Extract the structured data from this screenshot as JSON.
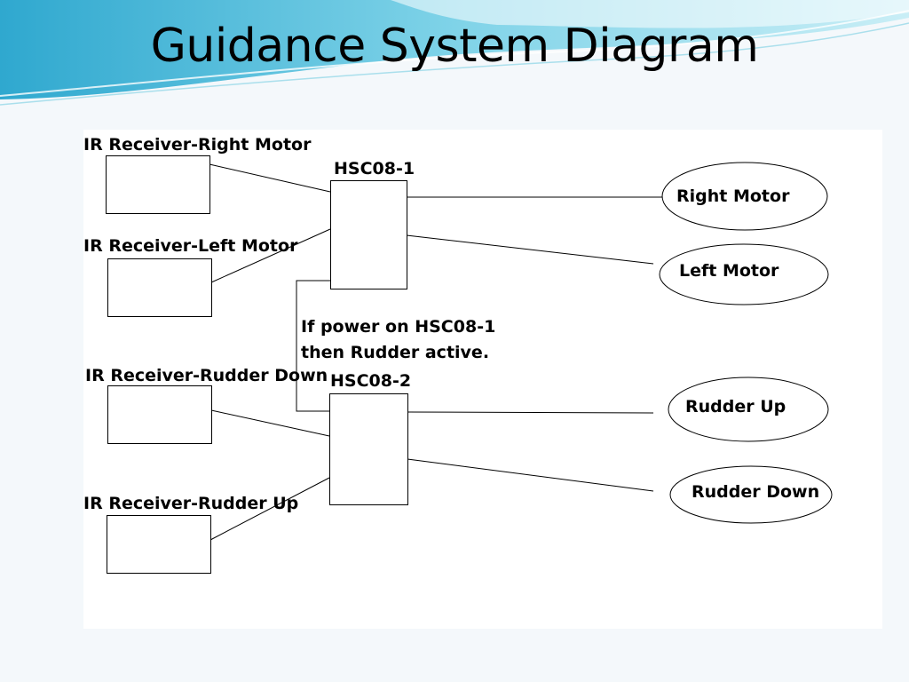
{
  "slide": {
    "title": "Guidance System Diagram",
    "accent_color": "#4ab8d8"
  },
  "diagram": {
    "receivers": [
      {
        "label": "IR Receiver-Right Motor"
      },
      {
        "label": "IR Receiver-Left Motor"
      },
      {
        "label": "IR Receiver-Rudder Down"
      },
      {
        "label": "IR Receiver-Rudder Up"
      }
    ],
    "controllers": [
      {
        "label": "HSC08-1"
      },
      {
        "label": "HSC08-2"
      }
    ],
    "outputs": [
      {
        "label": "Right Motor"
      },
      {
        "label": "Left Motor"
      },
      {
        "label": "Rudder Up"
      },
      {
        "label": "Rudder Down"
      }
    ],
    "note": {
      "line1": "If power on HSC08-1",
      "line2": "then Rudder active."
    }
  }
}
